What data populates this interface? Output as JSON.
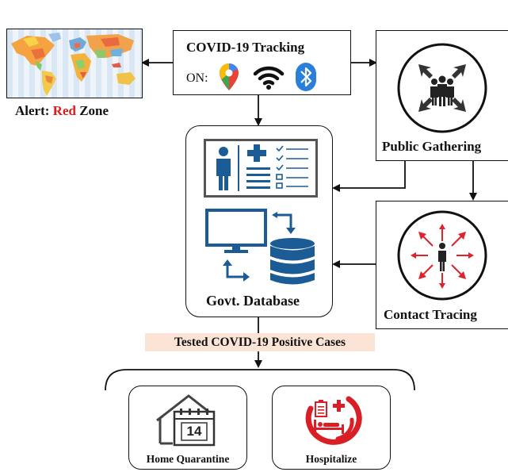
{
  "tracking": {
    "title": "COVID-19 Tracking",
    "on_label": "ON:"
  },
  "alert": {
    "prefix": "Alert: ",
    "zone": "Red",
    "suffix": " Zone",
    "zone_color": "#e01b1b"
  },
  "public_gathering": {
    "label": "Public Gathering"
  },
  "contact_tracing": {
    "label": "Contact Tracing"
  },
  "database": {
    "label": "Govt. Database"
  },
  "tested_banner": {
    "label": "Tested COVID-19 Positive Cases",
    "bg": "#fbe3d5"
  },
  "outcomes": [
    {
      "label": "Home Quarantine",
      "calendar_day": "14"
    },
    {
      "label": "Hospitalize"
    }
  ],
  "colors": {
    "accent_blue": "#1b5c96",
    "alert_red": "#d91f26"
  },
  "icons": [
    "world-map-icon",
    "google-maps-icon",
    "wifi-icon",
    "bluetooth-icon",
    "crowd-gathering-icon",
    "contact-tracing-icon",
    "medical-record-icon",
    "computer-monitor-icon",
    "database-icon",
    "sync-arrows-icon",
    "home-calendar-icon",
    "hospital-bed-icon"
  ]
}
